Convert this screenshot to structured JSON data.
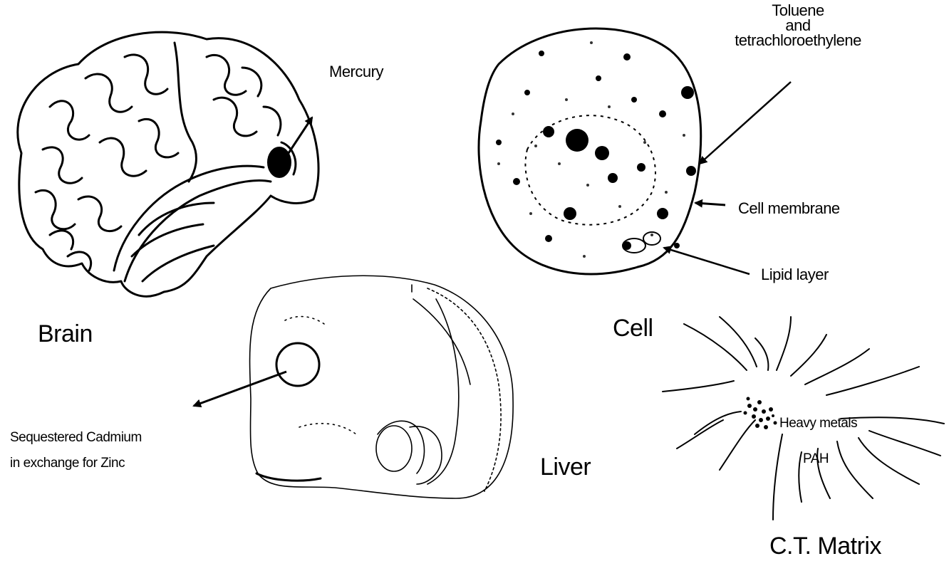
{
  "labels": {
    "mercury": "Mercury",
    "brain": "Brain",
    "toluene_line1": "Toluene",
    "toluene_line2": "and",
    "toluene_line3": "tetrachloroethylene",
    "cell_membrane": "Cell membrane",
    "lipid_layer": "Lipid layer",
    "cell": "Cell",
    "sequestered_line1": "Sequestered Cadmium",
    "sequestered_line2": "in exchange for Zinc",
    "liver": "Liver",
    "heavy_metals": "Heavy metals",
    "pah": "PAH",
    "ct_matrix": "C.T. Matrix"
  }
}
